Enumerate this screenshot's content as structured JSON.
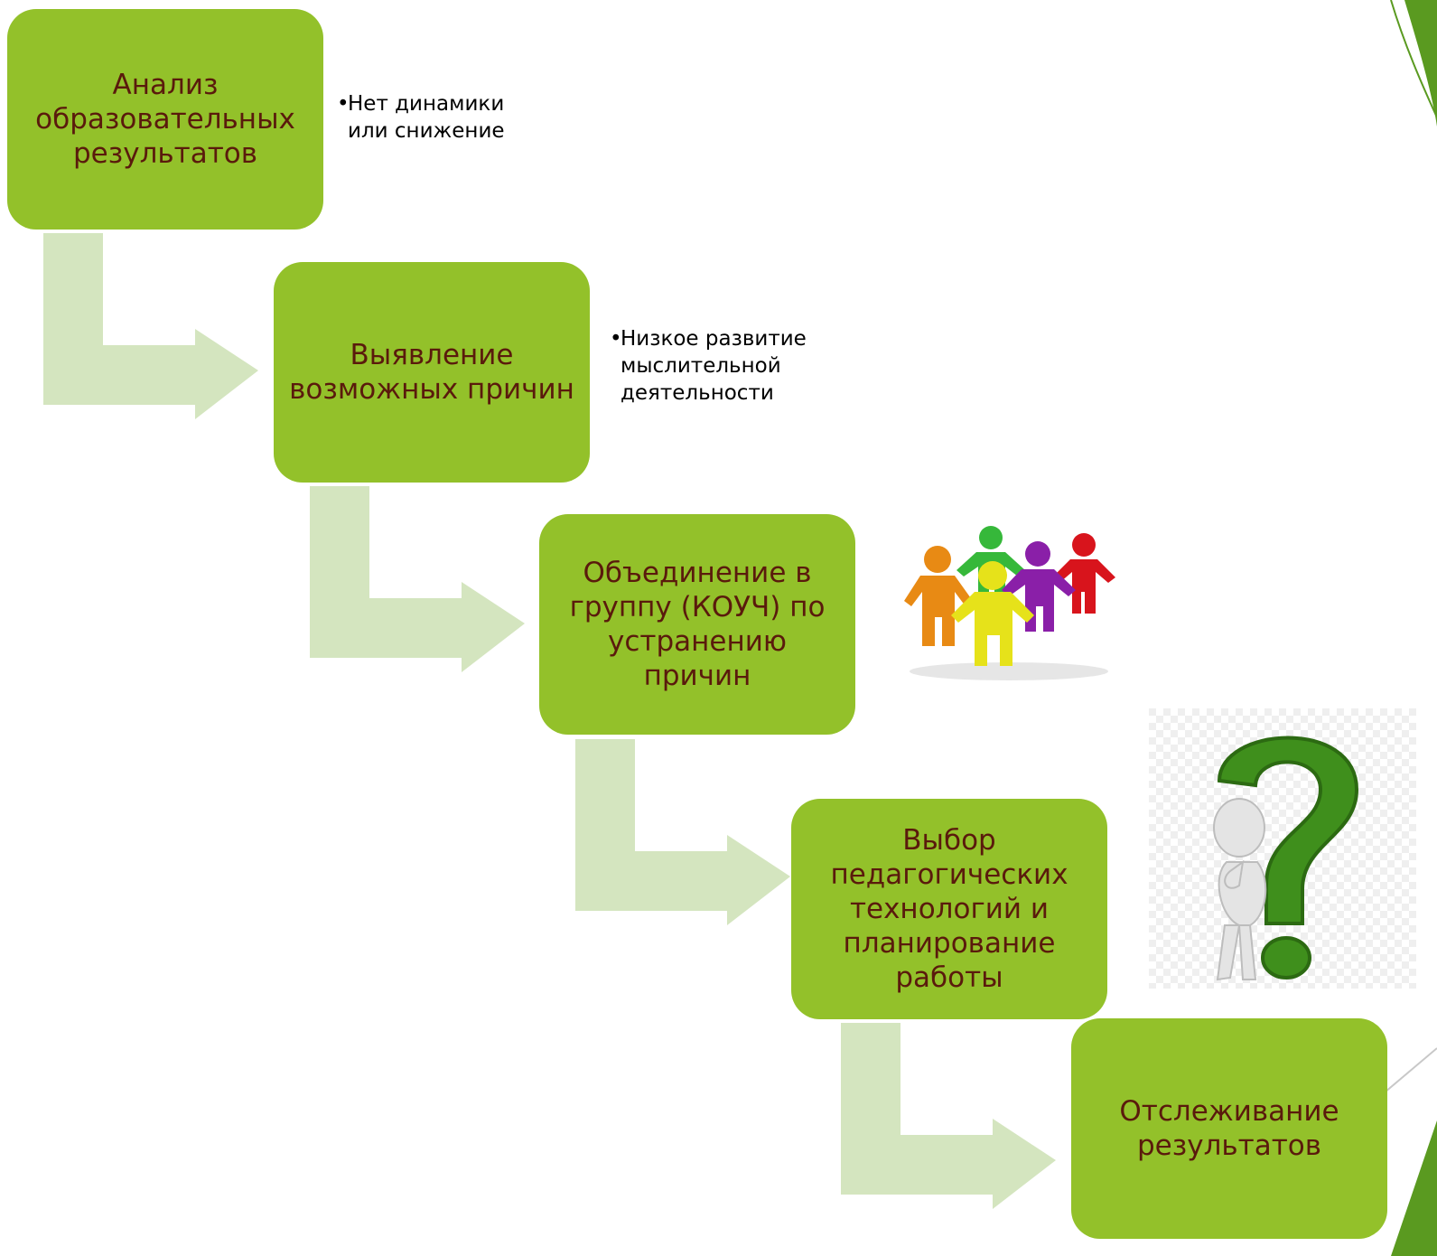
{
  "steps": [
    {
      "label": "Анализ образовательных результатов"
    },
    {
      "label": "Выявление возможных причин"
    },
    {
      "label": "Объединение в группу (КОУЧ) по устранению причин"
    },
    {
      "label": "Выбор педагогических технологий и планирование работы"
    },
    {
      "label": "Отслеживание результатов"
    }
  ],
  "notes": [
    {
      "bullet": "•",
      "text": "Нет динамики или снижение"
    },
    {
      "bullet": "•",
      "text": "Низкое развитие мыслительной деятельности"
    }
  ],
  "colors": {
    "box_fill": "#93c12a",
    "box_text": "#5a1a0c",
    "arrow_fill": "#d4e5bf",
    "accent": "#5a9a20"
  },
  "images": [
    {
      "name": "people-group-image"
    },
    {
      "name": "thinking-figure-question-mark-image"
    }
  ]
}
